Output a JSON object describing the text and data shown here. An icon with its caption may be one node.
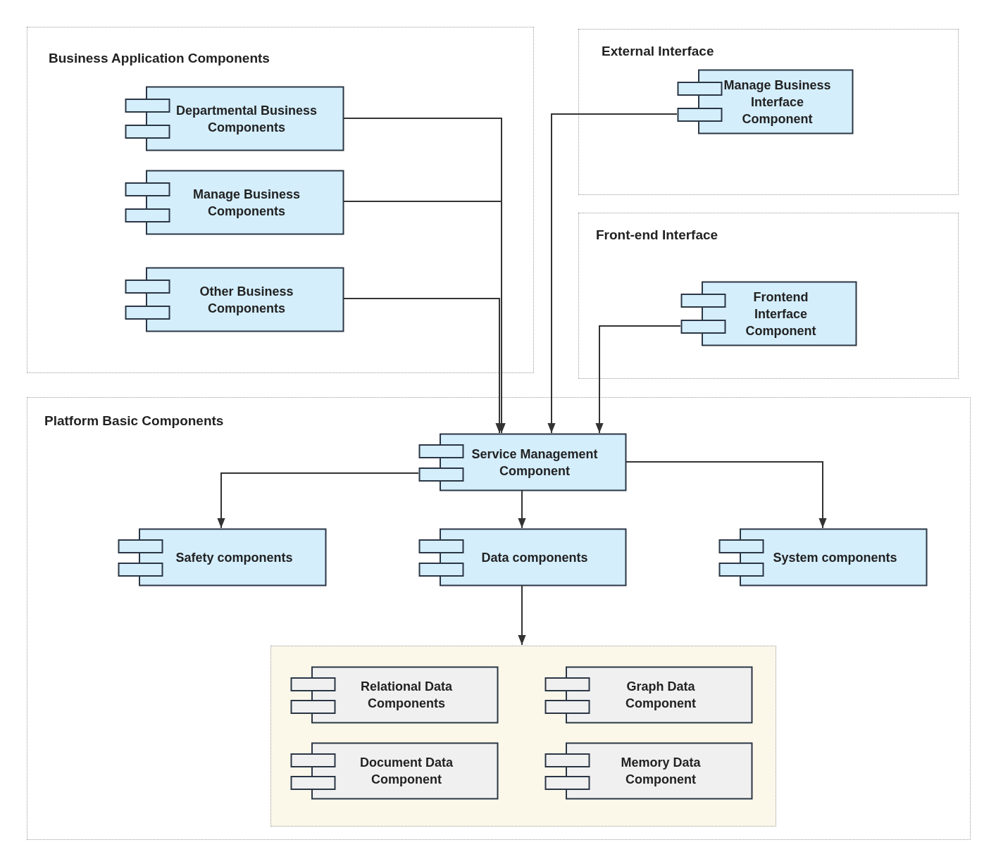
{
  "diagram": {
    "nodes": [
      {
        "text": [
          "Business Application Components"
        ]
      },
      {
        "text": [
          "Departmental Business Components"
        ],
        "in": 0
      },
      {
        "text": [
          "Manage Business Components"
        ],
        "in": 0
      },
      {
        "text": [
          "Other Business Components"
        ],
        "in": 0
      },
      {
        "text": [
          "External Interface"
        ]
      },
      {
        "text": [
          "Manage Business Interface Component"
        ],
        "in": 4
      },
      {
        "text": [
          "Front-end Interface"
        ]
      },
      {
        "text": [
          "Frontend Interface Component"
        ],
        "in": 6
      },
      {
        "text": [
          "Platform Basic Components"
        ]
      },
      {
        "text": [
          "Service Management Component"
        ],
        "in": 8
      },
      {
        "text": [
          "Safety components"
        ],
        "in": 8
      },
      {
        "text": [
          "Data components"
        ],
        "in": 8
      },
      {
        "text": [
          "System components"
        ],
        "in": 8
      },
      {
        "text": [],
        "shape": "box",
        "in": 8
      },
      {
        "text": [
          "Relational Data Components"
        ],
        "in": 13
      },
      {
        "text": [
          "Graph Data Component"
        ],
        "in": 13
      },
      {
        "text": [
          "Document Data Component"
        ],
        "in": 13
      },
      {
        "text": [
          "Memory Data Component"
        ],
        "in": 13
      }
    ],
    "edges": [
      {
        "from": 1,
        "to": 9,
        "arrow": "to"
      },
      {
        "from": 2,
        "to": 9,
        "arrow": "to"
      },
      {
        "from": 3,
        "to": 9,
        "arrow": "to"
      },
      {
        "from": 5,
        "to": 9,
        "arrow": "to"
      },
      {
        "from": 7,
        "to": 9,
        "arrow": "to"
      },
      {
        "from": 9,
        "to": 10,
        "arrow": "to"
      },
      {
        "from": 9,
        "to": 11,
        "arrow": "to"
      },
      {
        "from": 9,
        "to": 12,
        "arrow": "to"
      },
      {
        "from": 11,
        "to": 13,
        "arrow": "to"
      }
    ]
  }
}
